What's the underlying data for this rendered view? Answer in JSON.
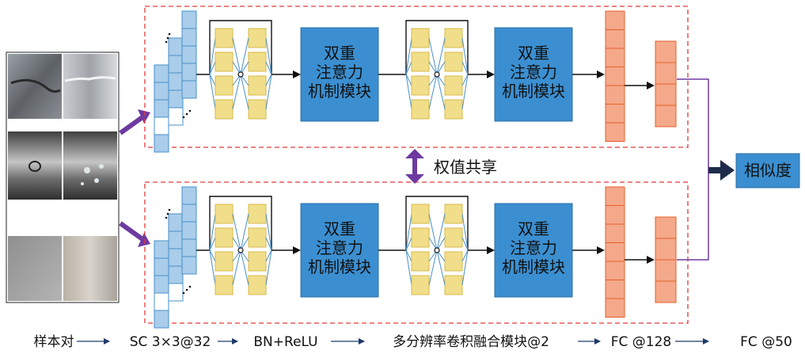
{
  "colors": {
    "dashed_border": "#e23a3a",
    "blue_cell": "#a9cdea",
    "blue_cell_stroke": "#4a90c8",
    "yellow_cell": "#f1de8a",
    "yellow_cell_stroke": "#d7b94b",
    "module_fill": "#3b8fd1",
    "orange_cell": "#f4a98a",
    "orange_cell_stroke": "#e4602c",
    "connector_blue": "#4a90c8",
    "purple": "#6e3aa0",
    "dark_arrow": "#1f2b4a"
  },
  "branches": {
    "top": {
      "module1": [
        "双重",
        "注意力",
        "机制模块"
      ],
      "module2": [
        "双重",
        "注意力",
        "机制模块"
      ]
    },
    "bottom": {
      "module1": [
        "双重",
        "注意力",
        "机制模块"
      ],
      "module2": [
        "双重",
        "注意力",
        "机制模块"
      ]
    }
  },
  "weight_sharing_label": "权值共享",
  "output_label": "相似度",
  "legend": {
    "items": [
      "样本对",
      "SC 3×3@32",
      "BN+ReLU",
      "多分辨率卷积融合模块@2",
      "FC @128",
      "FC @50"
    ]
  },
  "images": [
    {
      "name": "sample-image-crack-dark",
      "tone": "dark-metal"
    },
    {
      "name": "sample-image-crack-light",
      "tone": "light-metal"
    },
    {
      "name": "sample-image-pit-dark",
      "tone": "dark-metal"
    },
    {
      "name": "sample-image-drops",
      "tone": "grey-metal"
    },
    {
      "name": "sample-image-flat-grey",
      "tone": "grey-metal"
    },
    {
      "name": "sample-image-flat-light",
      "tone": "light-grey"
    }
  ]
}
